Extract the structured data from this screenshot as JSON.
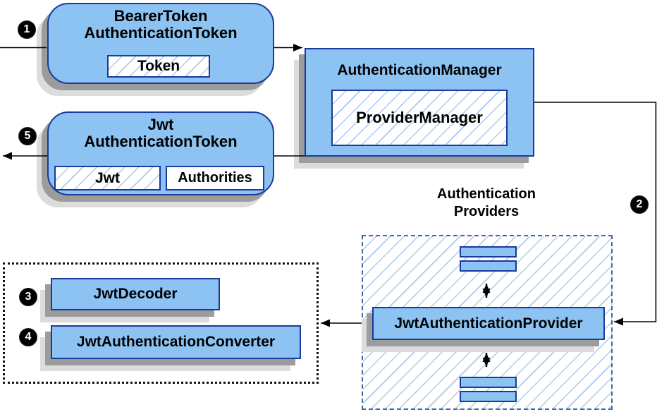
{
  "badges": {
    "step1": "1",
    "step2": "2",
    "step3": "3",
    "step4": "4",
    "step5": "5"
  },
  "nodes": {
    "bearer_token": {
      "title_line1": "BearerToken",
      "title_line2": "AuthenticationToken",
      "field_token": "Token"
    },
    "authentication_manager": {
      "title": "AuthenticationManager",
      "inner": "ProviderManager"
    },
    "jwt_authentication_token": {
      "title_line1": "Jwt",
      "title_line2": "AuthenticationToken",
      "field_jwt": "Jwt",
      "field_authorities": "Authorities"
    },
    "authentication_providers": {
      "label_line1": "Authentication",
      "label_line2": "Providers"
    },
    "jwt_authentication_provider": {
      "title": "JwtAuthenticationProvider"
    },
    "jwt_decoder": {
      "title": "JwtDecoder"
    },
    "jwt_authentication_converter": {
      "title": "JwtAuthenticationConverter"
    }
  },
  "colors": {
    "node_fill": "#8CC3F2",
    "node_border": "#1A3A9C",
    "hatch_line": "#A6CBF0",
    "providers_dash_border": "#41699C",
    "dotted_group_border": "#111111",
    "shadow_dark": "#9C9C9C",
    "shadow_light": "#DCDCDC",
    "connector": "#000000",
    "badge_bg": "#000000",
    "badge_text": "#FFFFFF"
  }
}
